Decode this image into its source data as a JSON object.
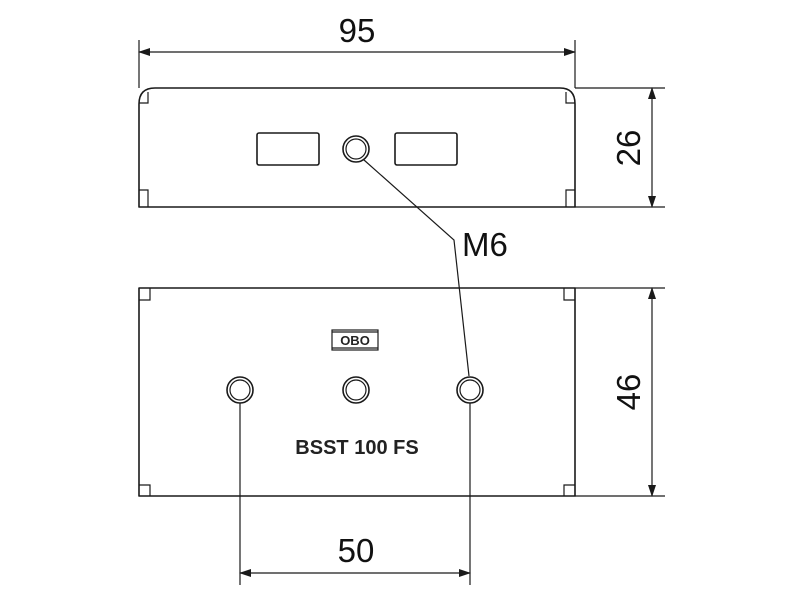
{
  "dimensions": {
    "width_top": "95",
    "height_top": "26",
    "height_bottom": "46",
    "hole_spacing": "50"
  },
  "labels": {
    "thread": "M6",
    "part_number": "BSST 100 FS",
    "logo_text": "OBO"
  },
  "colors": {
    "line": "#1a1a1a",
    "background": "#ffffff"
  }
}
